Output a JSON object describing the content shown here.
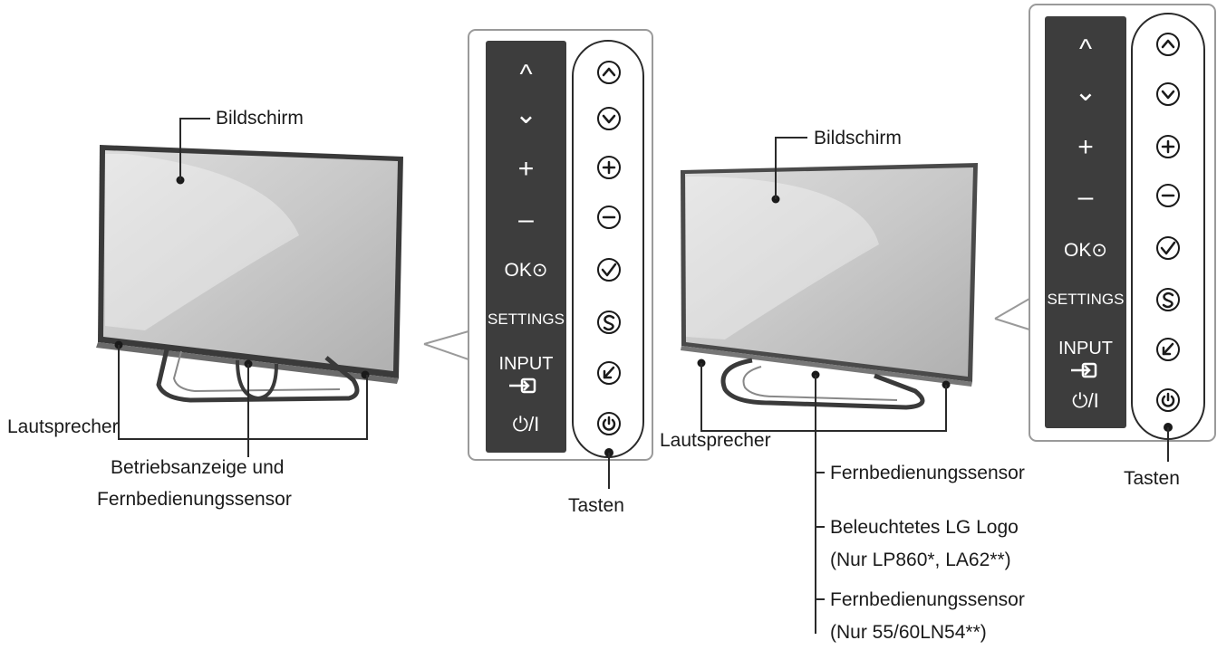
{
  "left_tv": {
    "screen_label": "Bildschirm",
    "speaker_label": "Lautsprecher",
    "indicator_label_line1": "Betriebsanzeige und",
    "indicator_label_line2": "Fernbedienungssensor",
    "buttons_label": "Tasten"
  },
  "right_tv": {
    "screen_label": "Bildschirm",
    "speaker_label": "Lautsprecher",
    "sensor_label": "Fernbedienungssensor",
    "logo_label_line1": "Beleuchtetes LG Logo",
    "logo_label_line2": "(Nur LP860*, LA62**)",
    "sensor2_label_line1": "Fernbedienungssensor",
    "sensor2_label_line2": "(Nur 55/60LN54**)",
    "buttons_label": "Tasten"
  },
  "button_panel": {
    "keys": [
      "^",
      "⌄",
      "+",
      "–",
      "OK⊙",
      "SETTINGS",
      "INPUT",
      "⏻/I"
    ],
    "icons": [
      "up-icon",
      "down-icon",
      "plus-icon",
      "minus-icon",
      "ok-check-icon",
      "settings-s-icon",
      "input-arrow-icon",
      "power-icon"
    ]
  },
  "colors": {
    "line": "#2a2a2a",
    "panel_dark": "#3d3d3d",
    "panel_border": "#9a9a9a"
  }
}
